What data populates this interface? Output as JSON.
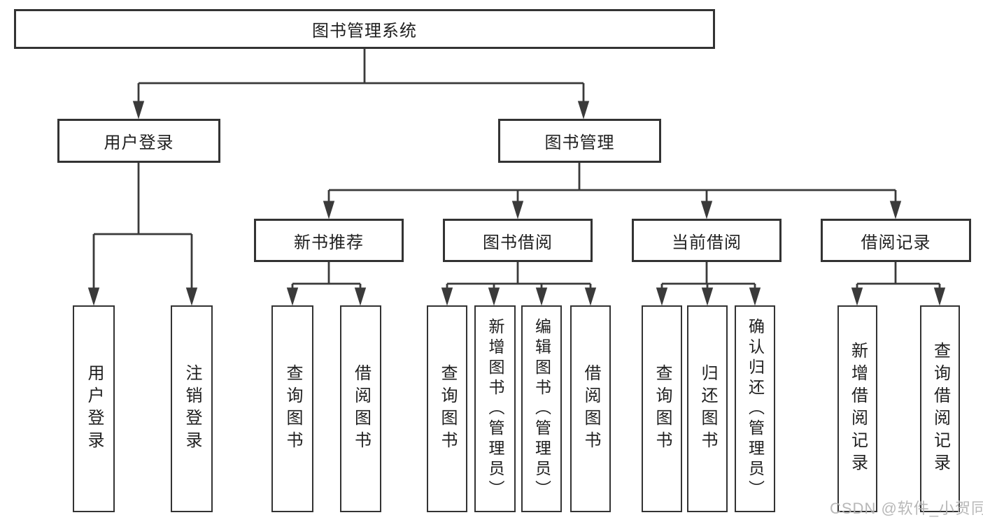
{
  "diagram": {
    "root": {
      "label": "图书管理系统",
      "children": [
        {
          "label": "用户登录",
          "children": [
            {
              "label": "用户登录"
            },
            {
              "label": "注销登录"
            }
          ]
        },
        {
          "label": "图书管理",
          "children": [
            {
              "label": "新书推荐",
              "children": [
                {
                  "label": "查询图书"
                },
                {
                  "label": "借阅图书"
                }
              ]
            },
            {
              "label": "图书借阅",
              "children": [
                {
                  "label": "查询图书"
                },
                {
                  "label": "新增图书（管理员）"
                },
                {
                  "label": "编辑图书（管理员）"
                },
                {
                  "label": "借阅图书"
                }
              ]
            },
            {
              "label": "当前借阅",
              "children": [
                {
                  "label": "查询图书"
                },
                {
                  "label": "归还图书"
                },
                {
                  "label": "确认归还（管理员）"
                }
              ]
            },
            {
              "label": "借阅记录",
              "children": [
                {
                  "label": "新增借阅记录"
                },
                {
                  "label": "查询借阅记录"
                }
              ]
            }
          ]
        }
      ]
    }
  },
  "watermark": "CSDN @软件_小贺同学",
  "colors": {
    "line": "#3a3a3a",
    "border": "#333333",
    "text": "#1f1f1f",
    "watermark": "#b2b2b2",
    "background": "#ffffff"
  }
}
